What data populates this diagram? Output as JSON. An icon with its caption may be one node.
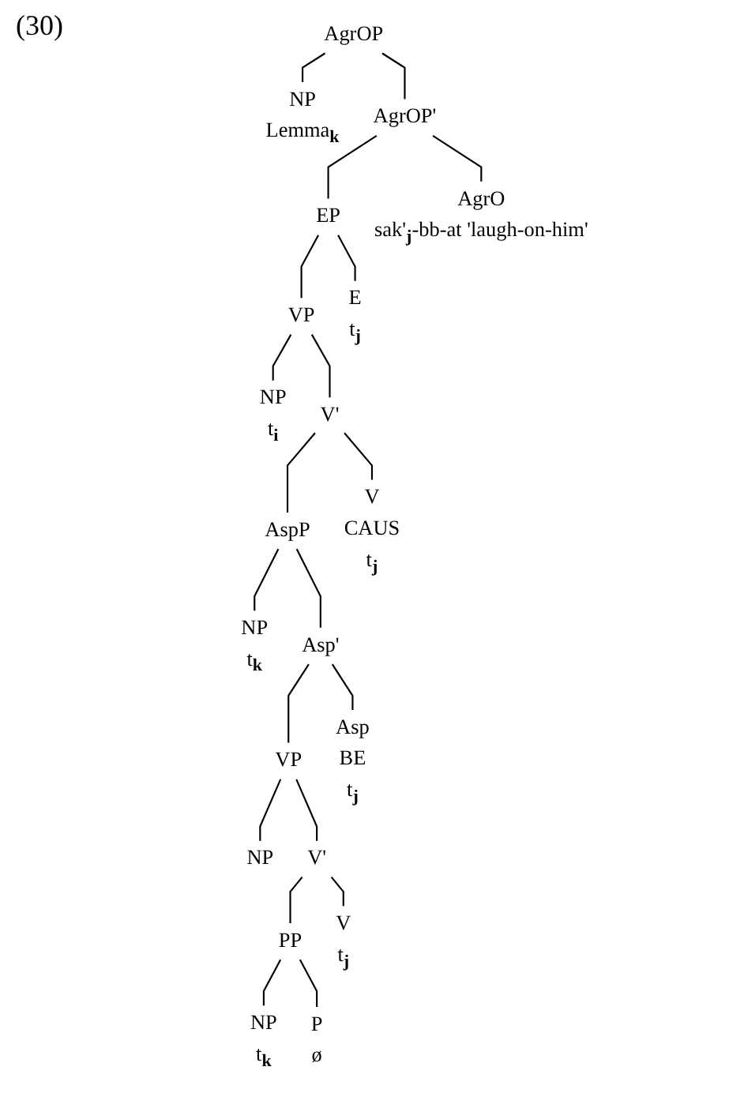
{
  "diagram": {
    "nodes": [
      {
        "text": [
          "AgrOP"
        ]
      },
      {
        "text": [
          "NP",
          "Lemma$_{k}$"
        ]
      },
      {
        "text": [
          "AgrOP'"
        ]
      },
      {
        "text": [
          "EP"
        ]
      },
      {
        "text": [
          "AgrO",
          "sak'$_{j}$-bb-at 'laugh-on-him'"
        ]
      },
      {
        "text": [
          "VP"
        ]
      },
      {
        "text": [
          "E",
          "t$_{j}$"
        ]
      },
      {
        "text": [
          "NP",
          "t$_{i}$"
        ]
      },
      {
        "text": [
          "V'"
        ]
      },
      {
        "text": [
          "AspP"
        ]
      },
      {
        "text": [
          "V",
          "CAUS",
          "t$_{j}$"
        ]
      },
      {
        "text": [
          "NP",
          "t$_{k}$"
        ]
      },
      {
        "text": [
          "Asp'"
        ]
      },
      {
        "text": [
          "VP"
        ]
      },
      {
        "text": [
          "Asp",
          "BE",
          "t$_{j}$"
        ]
      },
      {
        "text": [
          "NP"
        ]
      },
      {
        "text": [
          "V'"
        ]
      },
      {
        "text": [
          "PP"
        ]
      },
      {
        "text": [
          "V",
          "t$_{j}$"
        ]
      },
      {
        "text": [
          "NP",
          "t$_{k}$"
        ]
      },
      {
        "text": [
          "P",
          "ø"
        ]
      }
    ],
    "edges": [
      {
        "from": 0,
        "to": 1,
        "arrow": "none"
      },
      {
        "from": 0,
        "to": 2,
        "arrow": "none"
      },
      {
        "from": 2,
        "to": 3,
        "arrow": "none"
      },
      {
        "from": 2,
        "to": 4,
        "arrow": "none"
      },
      {
        "from": 3,
        "to": 5,
        "arrow": "none"
      },
      {
        "from": 3,
        "to": 6,
        "arrow": "none"
      },
      {
        "from": 5,
        "to": 7,
        "arrow": "none"
      },
      {
        "from": 5,
        "to": 8,
        "arrow": "none"
      },
      {
        "from": 8,
        "to": 9,
        "arrow": "none"
      },
      {
        "from": 8,
        "to": 10,
        "arrow": "none"
      },
      {
        "from": 9,
        "to": 11,
        "arrow": "none"
      },
      {
        "from": 9,
        "to": 12,
        "arrow": "none"
      },
      {
        "from": 12,
        "to": 13,
        "arrow": "none"
      },
      {
        "from": 12,
        "to": 14,
        "arrow": "none"
      },
      {
        "from": 13,
        "to": 15,
        "arrow": "none"
      },
      {
        "from": 13,
        "to": 16,
        "arrow": "none"
      },
      {
        "from": 16,
        "to": 17,
        "arrow": "none"
      },
      {
        "from": 16,
        "to": 18,
        "arrow": "none"
      },
      {
        "from": 17,
        "to": 19,
        "arrow": "none"
      },
      {
        "from": 17,
        "to": 20,
        "arrow": "none"
      }
    ],
    "labels": [
      "(30)"
    ]
  }
}
